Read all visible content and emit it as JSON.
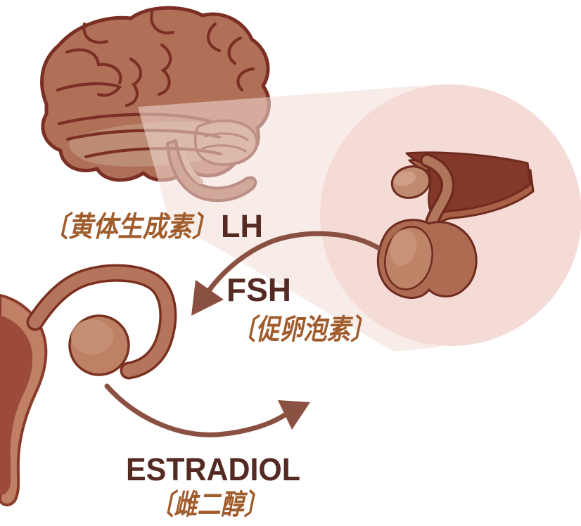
{
  "figure": {
    "description": "Hormone feedback diagram: brain and pituitary gland release LH and FSH toward the ovary, which releases estradiol",
    "labels": {
      "lh_cn": "〔黄体生成素〕",
      "lh_en": "LH",
      "fsh_en": "FSH",
      "fsh_cn": "〔促卵泡素〕",
      "estradiol_en": "ESTRADIOL",
      "estradiol_cn": "〔雌二醇〕"
    },
    "colors": {
      "background": "#ffffff",
      "label_cn": "#a05c2c",
      "label_en": "#542a22",
      "arrow": "#8a5142",
      "brain_fill": "#b07058",
      "dark_outline": "#7b2f24",
      "magnifier_circle": "#f4dbd6",
      "magnifier_beam": "#f3dcd6",
      "pituitary_wedge": "#84382a",
      "pituitary_band": "#a86047",
      "gland_light": "#bd8468",
      "organ_light": "#bf8065",
      "organ_inner_dark": "#9c4a39",
      "ovary": "#bd8166"
    },
    "icons": [
      "brain-illustration",
      "magnifier-beam",
      "magnifier-circle",
      "pituitary-illustration",
      "uterus-illustration",
      "fallopian-tube",
      "ovary",
      "fsh-arrow",
      "estradiol-arrow"
    ]
  }
}
